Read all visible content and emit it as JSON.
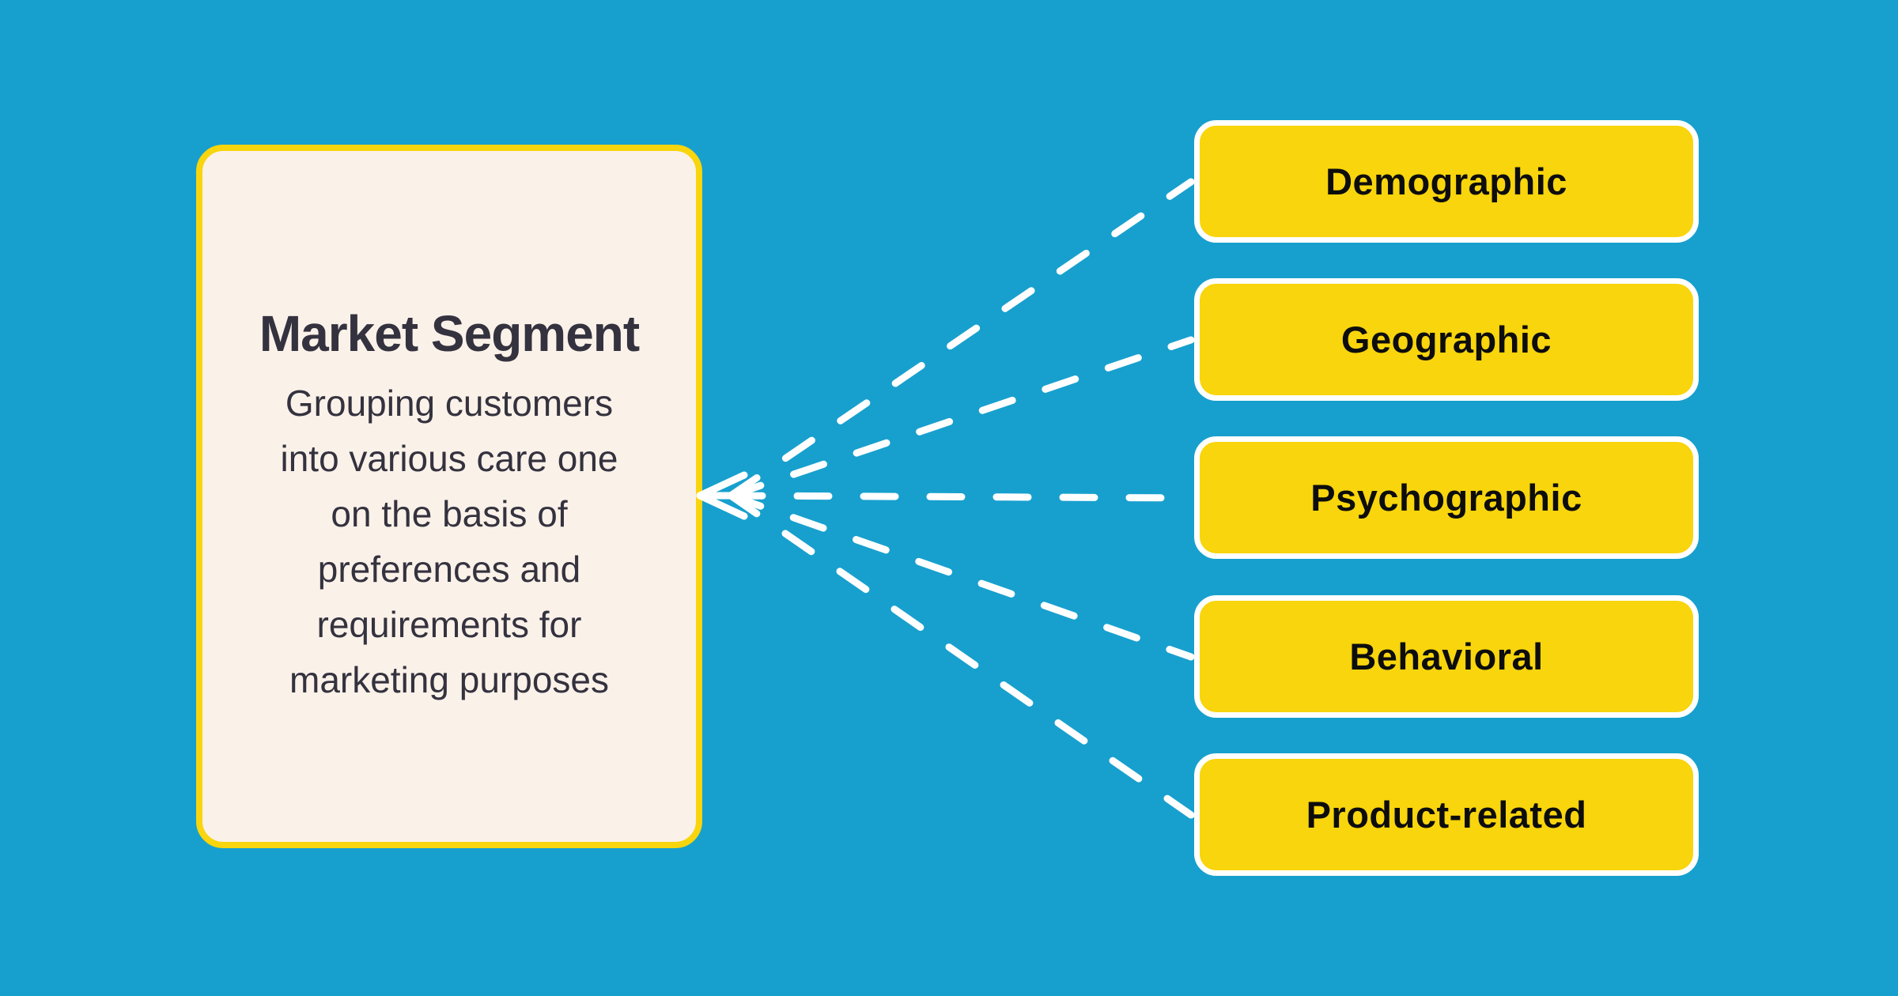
{
  "left_card": {
    "title": "Market Segment",
    "description": "Grouping customers into various care one on the basis of preferences and requirements for marketing purposes",
    "description_lines": [
      "Grouping customers",
      "into various care one",
      "on the basis of",
      "preferences and",
      "requirements for",
      "marketing purposes"
    ]
  },
  "branches": [
    {
      "label": "Demographic"
    },
    {
      "label": "Geographic"
    },
    {
      "label": "Psychographic"
    },
    {
      "label": "Behavioral"
    },
    {
      "label": "Product-related"
    }
  ],
  "colors": {
    "background": "#17A0CE",
    "card_fill": "#FAF1E9",
    "accent_yellow": "#F8D50C",
    "node_fill": "#F8D50C",
    "node_border": "#FFFFFF",
    "connector": "#FFFFFF",
    "text_dark": "#34323E",
    "text_black": "#0D0D0D"
  }
}
